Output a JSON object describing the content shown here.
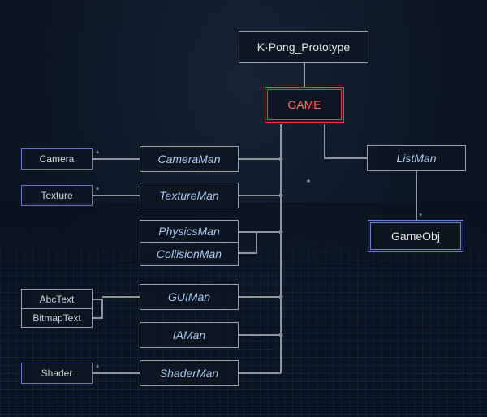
{
  "root": "K·Pong_Prototype",
  "game": "GAME",
  "managers": {
    "camera": "CameraMan",
    "texture": "TextureMan",
    "physics": "PhysicsMan",
    "collision": "CollisionMan",
    "gui": "GUIMan",
    "ia": "IAMan",
    "shader": "ShaderMan",
    "list": "ListMan"
  },
  "items": {
    "camera": "Camera",
    "texture": "Texture",
    "abctext": "AbcText",
    "bitmaptext": "BitmapText",
    "shader": "Shader",
    "gameobj": "GameObj"
  },
  "multiplicity": "*",
  "colors": {
    "game_border": "#d9424c",
    "game_text": "#ff6a6a",
    "manager_text": "#a9c8ee",
    "item_border": "#6c72c9"
  }
}
